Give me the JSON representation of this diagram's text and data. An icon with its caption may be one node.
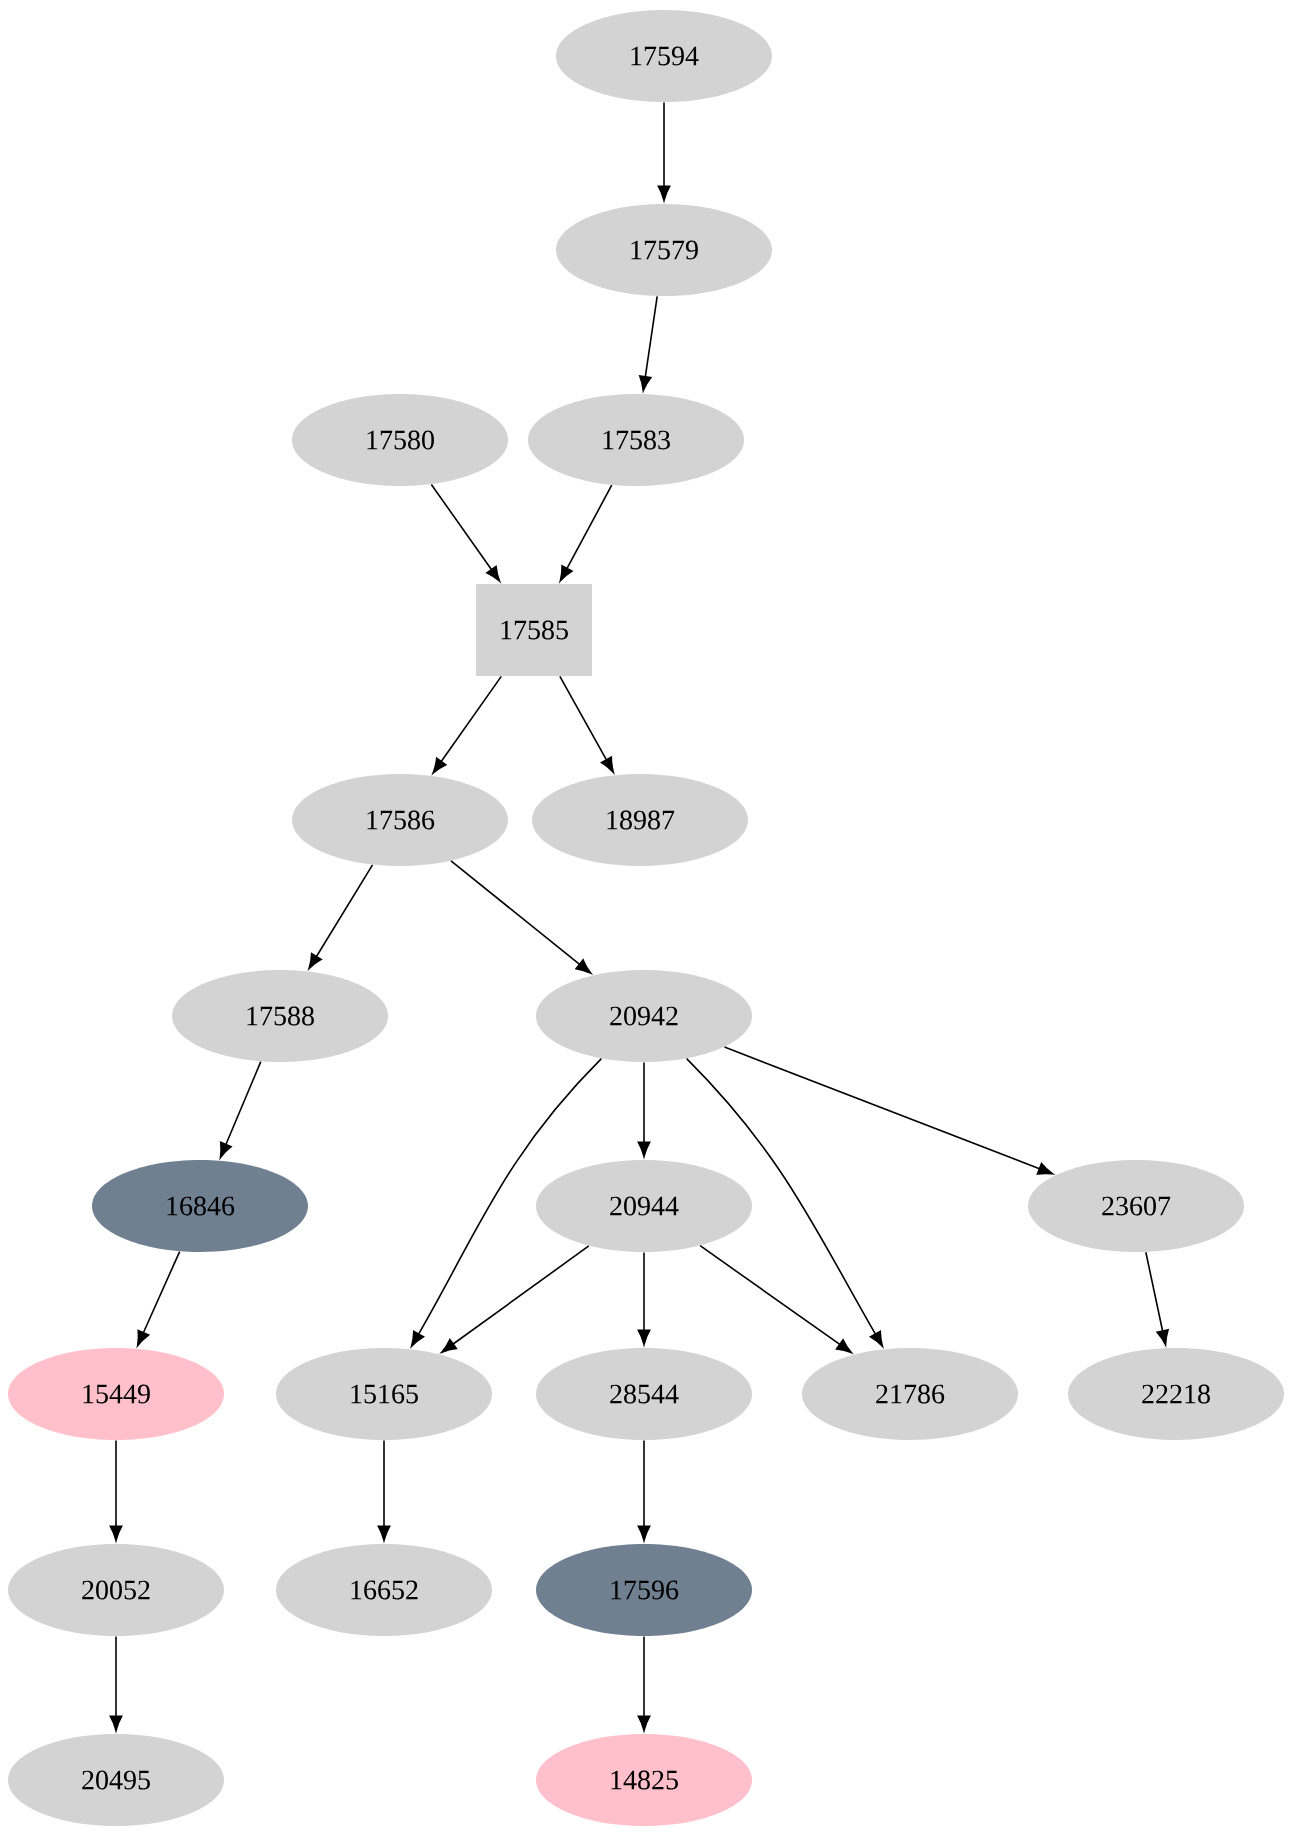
{
  "diagram": {
    "nodes": [
      {
        "text": [
          "17594"
        ]
      },
      {
        "text": [
          "17579"
        ]
      },
      {
        "text": [
          "17580"
        ]
      },
      {
        "text": [
          "17583"
        ]
      },
      {
        "text": [
          "17585"
        ]
      },
      {
        "text": [
          "17586"
        ]
      },
      {
        "text": [
          "18987"
        ]
      },
      {
        "text": [
          "17588"
        ]
      },
      {
        "text": [
          "20942"
        ]
      },
      {
        "text": [
          "16846"
        ]
      },
      {
        "text": [
          "20944"
        ]
      },
      {
        "text": [
          "23607"
        ]
      },
      {
        "text": [
          "15449"
        ]
      },
      {
        "text": [
          "15165"
        ]
      },
      {
        "text": [
          "28544"
        ]
      },
      {
        "text": [
          "21786"
        ]
      },
      {
        "text": [
          "22218"
        ]
      },
      {
        "text": [
          "20052"
        ]
      },
      {
        "text": [
          "16652"
        ]
      },
      {
        "text": [
          "17596"
        ]
      },
      {
        "text": [
          "20495"
        ]
      },
      {
        "text": [
          "14825"
        ]
      }
    ],
    "edges": [
      {
        "from": 0,
        "to": 1,
        "arrow": "to"
      },
      {
        "from": 1,
        "to": 3,
        "arrow": "to"
      },
      {
        "from": 2,
        "to": 4,
        "arrow": "to"
      },
      {
        "from": 3,
        "to": 4,
        "arrow": "to"
      },
      {
        "from": 4,
        "to": 5,
        "arrow": "to"
      },
      {
        "from": 4,
        "to": 6,
        "arrow": "to"
      },
      {
        "from": 5,
        "to": 7,
        "arrow": "to"
      },
      {
        "from": 5,
        "to": 8,
        "arrow": "to"
      },
      {
        "from": 7,
        "to": 9,
        "arrow": "to"
      },
      {
        "from": 8,
        "to": 13,
        "arrow": "to"
      },
      {
        "from": 8,
        "to": 10,
        "arrow": "to"
      },
      {
        "from": 8,
        "to": 15,
        "arrow": "to"
      },
      {
        "from": 8,
        "to": 11,
        "arrow": "to"
      },
      {
        "from": 9,
        "to": 12,
        "arrow": "to"
      },
      {
        "from": 10,
        "to": 13,
        "arrow": "to"
      },
      {
        "from": 10,
        "to": 14,
        "arrow": "to"
      },
      {
        "from": 10,
        "to": 15,
        "arrow": "to"
      },
      {
        "from": 11,
        "to": 16,
        "arrow": "to"
      },
      {
        "from": 12,
        "to": 17,
        "arrow": "to"
      },
      {
        "from": 13,
        "to": 18,
        "arrow": "to"
      },
      {
        "from": 14,
        "to": 19,
        "arrow": "to"
      },
      {
        "from": 17,
        "to": 20,
        "arrow": "to"
      },
      {
        "from": 19,
        "to": 21,
        "arrow": "to"
      }
    ]
  }
}
